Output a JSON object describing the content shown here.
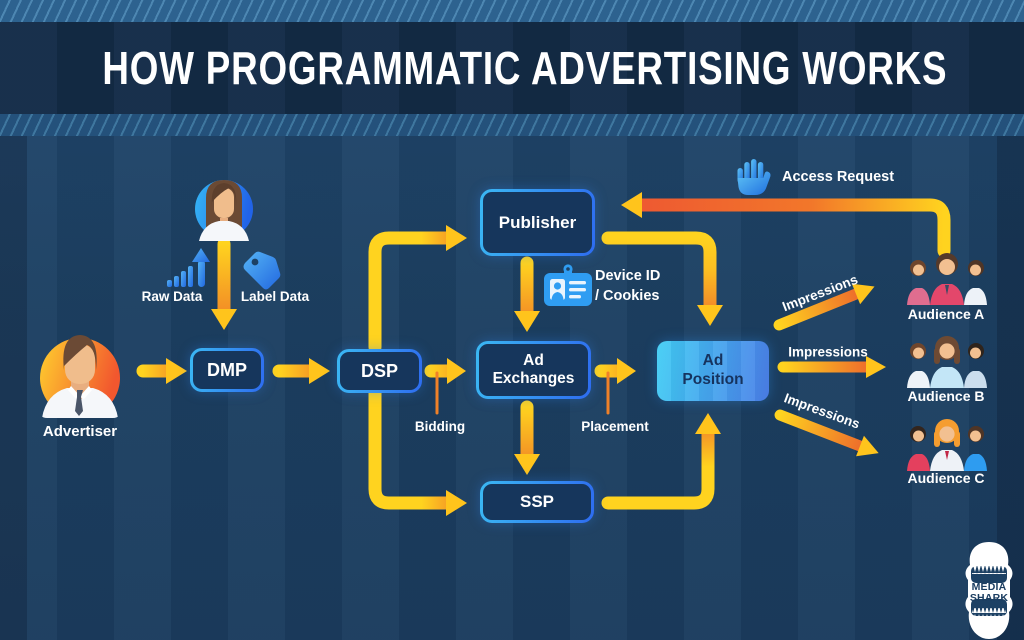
{
  "header": {
    "title": "HOW PROGRAMMATIC ADVERTISING WORKS"
  },
  "nodes": {
    "advertiser": {
      "label": "Advertiser"
    },
    "dmp": {
      "label": "DMP"
    },
    "dsp": {
      "label": "DSP"
    },
    "publisher": {
      "label": "Publisher"
    },
    "ad_exchanges": {
      "label": "Ad Exchanges"
    },
    "ad_position": {
      "label": "Ad Position"
    },
    "ssp": {
      "label": "SSP"
    },
    "audience_a": {
      "label": "Audience A"
    },
    "audience_b": {
      "label": "Audience B"
    },
    "audience_c": {
      "label": "Audience C"
    }
  },
  "annotations": {
    "raw_data": "Raw Data",
    "label_data": "Label Data",
    "device_id_line1": "Device ID",
    "device_id_line2": "/ Cookies",
    "bidding": "Bidding",
    "placement": "Placement",
    "access_request": "Access Request",
    "impressions_top": "Impressions",
    "impressions_middle": "Impressions",
    "impressions_bottom": "Impressions"
  },
  "logo": {
    "line1": "MEDIA",
    "line2": "SHARK"
  },
  "colors": {
    "background": "#1d4163",
    "title_band": "#142c48",
    "accent_yellow": "#ffd31f",
    "accent_orange": "#ef7a28",
    "box_border_start": "#3bb8f3",
    "box_border_end": "#2e6cf0",
    "box_fill": "#16365c",
    "ad_position_start": "#41cdf4",
    "ad_position_end": "#4b7fe8"
  },
  "flow": [
    {
      "from": "Advertiser",
      "to": "DMP"
    },
    {
      "from": "Data provider",
      "to": "DMP",
      "label": "Raw Data / Label Data"
    },
    {
      "from": "DMP",
      "to": "DSP"
    },
    {
      "from": "DSP",
      "to": "Publisher"
    },
    {
      "from": "DSP",
      "to": "Ad Exchanges",
      "label": "Bidding"
    },
    {
      "from": "DSP",
      "to": "SSP"
    },
    {
      "from": "Publisher",
      "to": "Ad Exchanges",
      "label": "Device ID / Cookies"
    },
    {
      "from": "Publisher",
      "to": "Ad Position"
    },
    {
      "from": "Ad Exchanges",
      "to": "Ad Position",
      "label": "Placement"
    },
    {
      "from": "Ad Exchanges",
      "to": "SSP"
    },
    {
      "from": "SSP",
      "to": "Ad Position"
    },
    {
      "from": "Audience A",
      "to": "Publisher",
      "label": "Access Request"
    },
    {
      "from": "Ad Position",
      "to": "Audience A",
      "label": "Impressions"
    },
    {
      "from": "Ad Position",
      "to": "Audience B",
      "label": "Impressions"
    },
    {
      "from": "Ad Position",
      "to": "Audience C",
      "label": "Impressions"
    }
  ]
}
